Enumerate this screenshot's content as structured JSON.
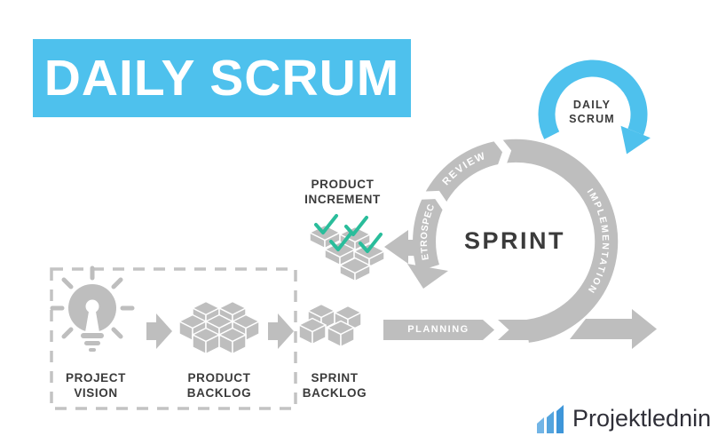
{
  "title_banner": {
    "text": "DAILY SCRUM"
  },
  "daily_scrum_loop": {
    "line1": "DAILY",
    "line2": "SCRUM",
    "icon": "circular-arrow-icon"
  },
  "sprint_cycle": {
    "center_label": "SPRINT",
    "planning_label": "PLANNING",
    "implementation_label": "IMPLEMENTATION",
    "review_label": "REVIEW",
    "retrospect_label": "RETROSPECT"
  },
  "artifacts": {
    "project_vision": {
      "line1": "PROJECT",
      "line2": "VISION",
      "icon": "lightbulb-icon"
    },
    "product_backlog": {
      "line1": "PRODUCT",
      "line2": "BACKLOG",
      "icon": "cubes-icon"
    },
    "sprint_backlog": {
      "line1": "SPRINT",
      "line2": "BACKLOG",
      "icon": "cubes-icon"
    },
    "product_increment": {
      "line1": "PRODUCT",
      "line2": "INCREMENT",
      "icon": "checked-cubes-icon"
    }
  },
  "logo": {
    "text": "Projektledning",
    "icon": "ascending-bars-logo-icon"
  },
  "colors": {
    "accent_blue": "#4EC1ED",
    "shape_gray": "#BEBEBE",
    "dark_text": "#3B3B3B",
    "check_teal": "#2ABD9B",
    "logo_blue_light": "#72B5E6",
    "logo_blue_mid": "#55A5DE",
    "logo_blue_dark": "#3E96D9"
  }
}
